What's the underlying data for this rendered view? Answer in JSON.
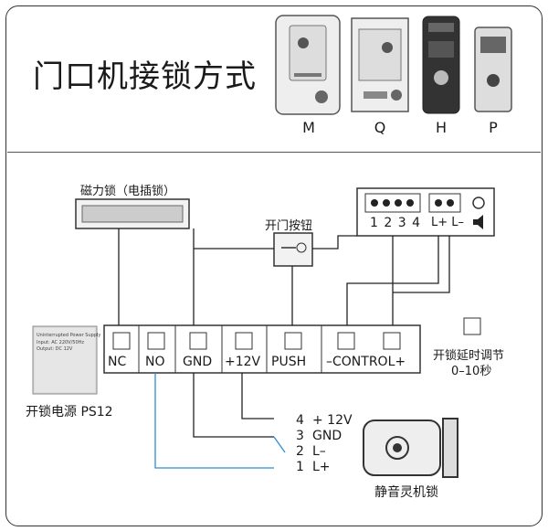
{
  "title": "门口机接锁方式",
  "models": [
    {
      "letter": "M"
    },
    {
      "letter": "Q"
    },
    {
      "letter": "H"
    },
    {
      "letter": "P"
    }
  ],
  "components": {
    "maglock": "磁力锁（电插锁）",
    "exit_button": "开门按钮",
    "power_supply": "开锁电源 PS12",
    "power_supply_box_text": [
      "Uninterrupted Power Supply",
      "Input: AC 220V/50Hz",
      "Output: DC 12V"
    ],
    "delay_label_1": "开锁延时调节",
    "delay_label_2": "0–10秒",
    "silent_lock": "静音灵机锁"
  },
  "indoor_connector": {
    "pins_left": "1 2 3 4",
    "pins_right": "L+ L–"
  },
  "terminals": [
    "NC",
    "NO",
    "GND",
    "+12V",
    "PUSH",
    "–CONTROL+"
  ],
  "lock_wires": [
    {
      "num": "4",
      "label": "+ 12V"
    },
    {
      "num": "3",
      "label": "GND"
    },
    {
      "num": "2",
      "label": "L–"
    },
    {
      "num": "1",
      "label": "L+"
    }
  ],
  "colors": {
    "wire_dark": "#222222",
    "wire_blue": "#2a8fd0"
  }
}
